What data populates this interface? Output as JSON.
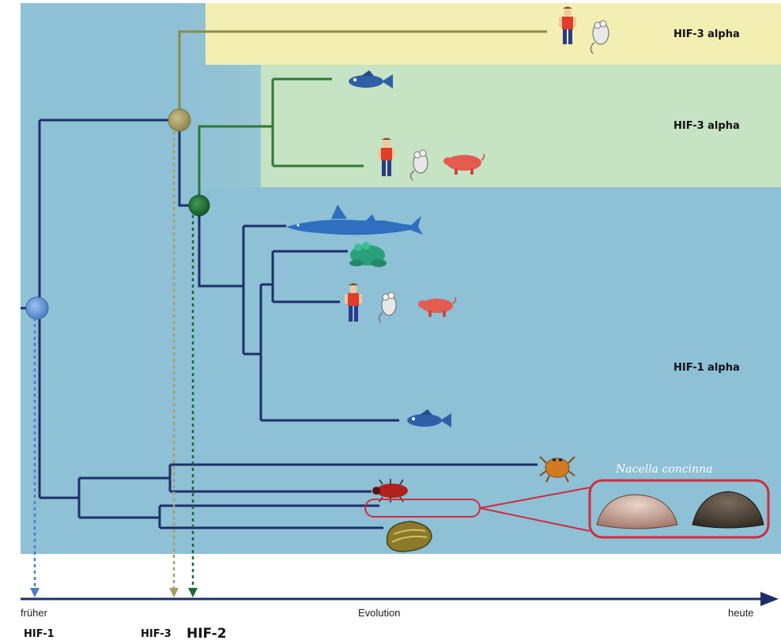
{
  "groups": {
    "hif3_top": "HIF-3 alpha",
    "hif3_mid": "HIF-3 alpha",
    "hif1": "HIF-1 alpha"
  },
  "species_label": "Nacella concinna",
  "axis": {
    "left": "früher",
    "center": "Evolution",
    "right": "heute"
  },
  "hif_markers": {
    "hif1": "HIF-1",
    "hif3": "HIF-3",
    "hif2": "HIF-2"
  },
  "colors": {
    "background_blue": "#8ec0d6",
    "hif3_band": "#f3efb2",
    "hif3_mid_band": "#c6e3c4",
    "tree_navy": "#1d2f6a",
    "tree_olive": "#8c8a4a",
    "tree_green": "#2f7a32",
    "node_blue": "#5b8fd2",
    "node_olive": "#a79e5e",
    "node_green": "#1e6a35",
    "highlight_red": "#cf2c3c",
    "axis_navy": "#1d2f6a"
  },
  "icons": [
    "human-icon",
    "mouse-icon",
    "pig-icon",
    "fish-icon",
    "shark-icon",
    "frog-icon",
    "crab-icon",
    "beetle-icon",
    "oyster-icon",
    "limpet-shell-icon"
  ]
}
